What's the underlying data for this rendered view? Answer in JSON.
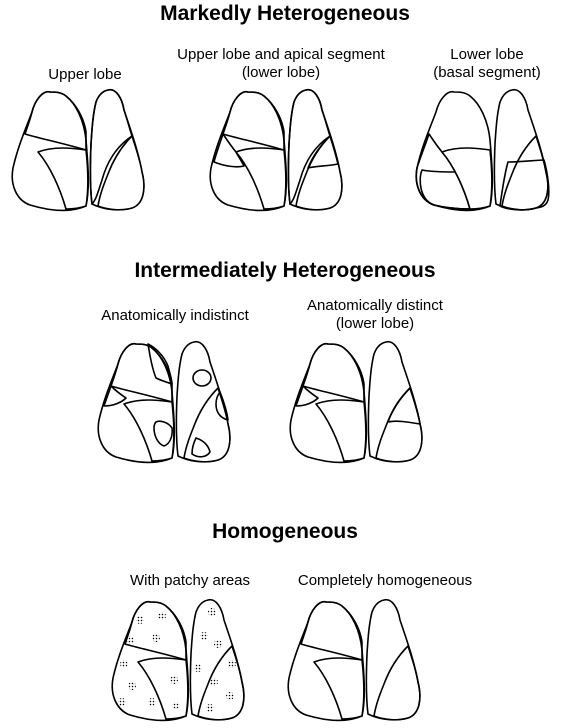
{
  "sections": [
    {
      "title": "Markedly Heterogeneous",
      "diagrams": [
        {
          "caption": "Upper lobe"
        },
        {
          "caption": "Upper lobe and apical segment\n(lower lobe)"
        },
        {
          "caption": "Lower lobe\n(basal segment)"
        }
      ]
    },
    {
      "title": "Intermediately Heterogeneous",
      "diagrams": [
        {
          "caption": "Anatomically indistinct"
        },
        {
          "caption": "Anatomically distinct\n(lower lobe)"
        }
      ]
    },
    {
      "title": "Homogeneous",
      "diagrams": [
        {
          "caption": "With patchy areas"
        },
        {
          "caption": "Completely homogeneous"
        }
      ]
    }
  ],
  "colors": {
    "outline": "#000000",
    "background": "#ffffff",
    "shading": "#000000"
  }
}
